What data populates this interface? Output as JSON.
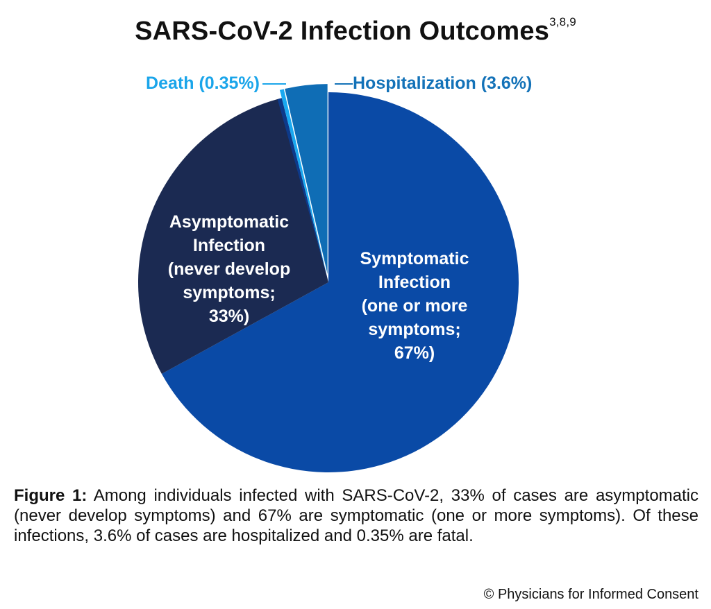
{
  "chart_data": {
    "type": "pie",
    "title": "SARS-CoV-2 Infection Outcomes",
    "title_superscript": "3,8,9",
    "slices": [
      {
        "key": "symptomatic",
        "value": 67,
        "color": "#0a4aa6",
        "label_lines": [
          "Symptomatic",
          "Infection",
          "(one or more",
          "symptoms;",
          "67%)"
        ]
      },
      {
        "key": "asymptomatic",
        "value": 33,
        "color": "#1b2a52",
        "label_lines": [
          "Asymptomatic",
          "Infection",
          "(never develop",
          "symptoms;",
          "33%)"
        ]
      }
    ],
    "sub_slices": [
      {
        "key": "hospitalization",
        "value": 3.6,
        "color": "#0f6db5",
        "label": "Hospitalization (3.6%)",
        "label_color": "#1372b8"
      },
      {
        "key": "death",
        "value": 0.35,
        "color": "#19a8f0",
        "label": "Death (0.35%)",
        "label_color": "#1aa5ea"
      }
    ]
  },
  "caption": {
    "lead": "Figure 1:",
    "text": " Among individuals infected with SARS-CoV-2, 33% of cases are asymptomatic (never develop symptoms) and 67% are symptomatic (one or more symptoms). Of these infections, 3.6% of cases are hospitalized and 0.35% are fatal."
  },
  "copyright": "© Physicians for Informed Consent"
}
